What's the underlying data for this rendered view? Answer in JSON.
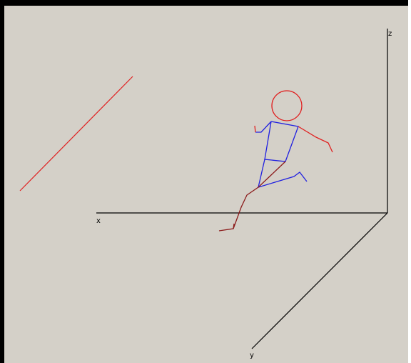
{
  "viewport": {
    "background": "#d4d0c8"
  },
  "axes": {
    "x_label": "x",
    "y_label": "y",
    "z_label": "z",
    "color": "#000000"
  },
  "colors": {
    "red": "#e02020",
    "blue": "#2020e0",
    "brown": "#8b1a1a"
  }
}
